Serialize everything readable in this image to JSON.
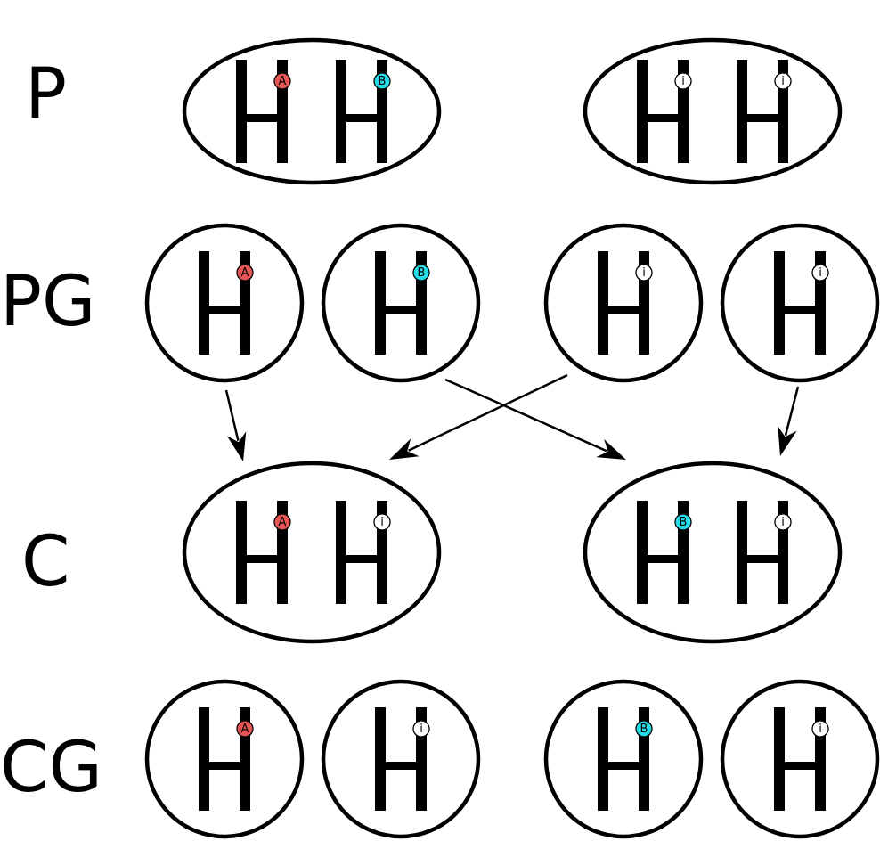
{
  "colors": {
    "allele_A": "#e85555",
    "allele_B": "#22dde8",
    "allele_i": "#ffffff",
    "stroke": "#000000",
    "background": "#ffffff"
  },
  "rows": [
    {
      "label": "P",
      "kind": "diploid",
      "cells": [
        {
          "chromosomes": [
            {
              "allele": "A",
              "color": "#e85555"
            },
            {
              "allele": "B",
              "color": "#22dde8"
            }
          ]
        },
        {
          "chromosomes": [
            {
              "allele": "i",
              "color": "#ffffff"
            },
            {
              "allele": "i",
              "color": "#ffffff"
            }
          ]
        }
      ]
    },
    {
      "label": "PG",
      "kind": "haploid",
      "cells": [
        {
          "chromosomes": [
            {
              "allele": "A",
              "color": "#e85555"
            }
          ]
        },
        {
          "chromosomes": [
            {
              "allele": "B",
              "color": "#22dde8"
            }
          ]
        },
        {
          "chromosomes": [
            {
              "allele": "i",
              "color": "#ffffff"
            }
          ]
        },
        {
          "chromosomes": [
            {
              "allele": "i",
              "color": "#ffffff"
            }
          ]
        }
      ]
    },
    {
      "label": "C",
      "kind": "diploid",
      "cells": [
        {
          "chromosomes": [
            {
              "allele": "A",
              "color": "#e85555"
            },
            {
              "allele": "i",
              "color": "#ffffff"
            }
          ]
        },
        {
          "chromosomes": [
            {
              "allele": "B",
              "color": "#22dde8"
            },
            {
              "allele": "i",
              "color": "#ffffff"
            }
          ]
        }
      ]
    },
    {
      "label": "CG",
      "kind": "haploid",
      "cells": [
        {
          "chromosomes": [
            {
              "allele": "A",
              "color": "#e85555"
            }
          ]
        },
        {
          "chromosomes": [
            {
              "allele": "i",
              "color": "#ffffff"
            }
          ]
        },
        {
          "chromosomes": [
            {
              "allele": "B",
              "color": "#22dde8"
            }
          ]
        },
        {
          "chromosomes": [
            {
              "allele": "i",
              "color": "#ffffff"
            }
          ]
        }
      ]
    }
  ],
  "connections": [
    {
      "from": "PG.0",
      "to": "C.0"
    },
    {
      "from": "PG.1",
      "to": "C.1"
    },
    {
      "from": "PG.2",
      "to": "C.0"
    },
    {
      "from": "PG.3",
      "to": "C.1"
    }
  ]
}
